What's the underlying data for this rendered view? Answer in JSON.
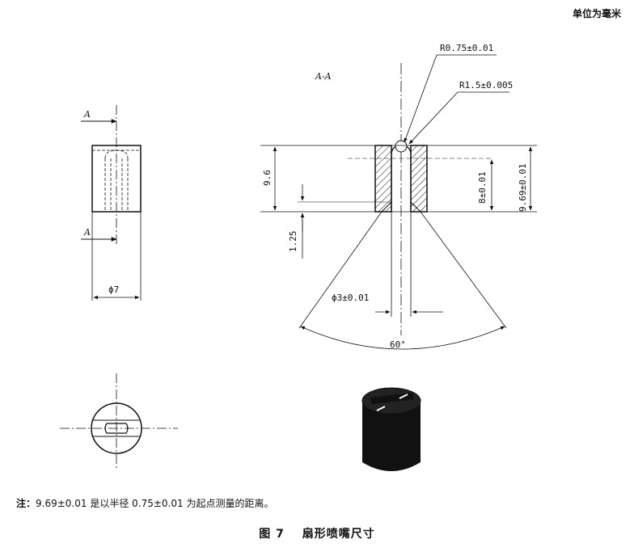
{
  "unit_label": "单位为毫米",
  "section_label": "A-A",
  "cut_marker": "A",
  "dimensions": {
    "r_small": "R0.75±0.01",
    "r_large": "R1.5±0.005",
    "height_left": "9.6",
    "offset": "1.25",
    "inner_depth": "8±0.01",
    "total_height": "9.69±0.01",
    "bore_diameter": "ϕ3±0.01",
    "spray_angle": "60°",
    "outer_diameter": "ϕ7"
  },
  "note": {
    "prefix": "注：",
    "text": "9.69±0.01 是以半径 0.75±0.01 为起点测量的距离。"
  },
  "caption": {
    "number": "图 7",
    "title": "扇形喷嘴尺寸"
  }
}
